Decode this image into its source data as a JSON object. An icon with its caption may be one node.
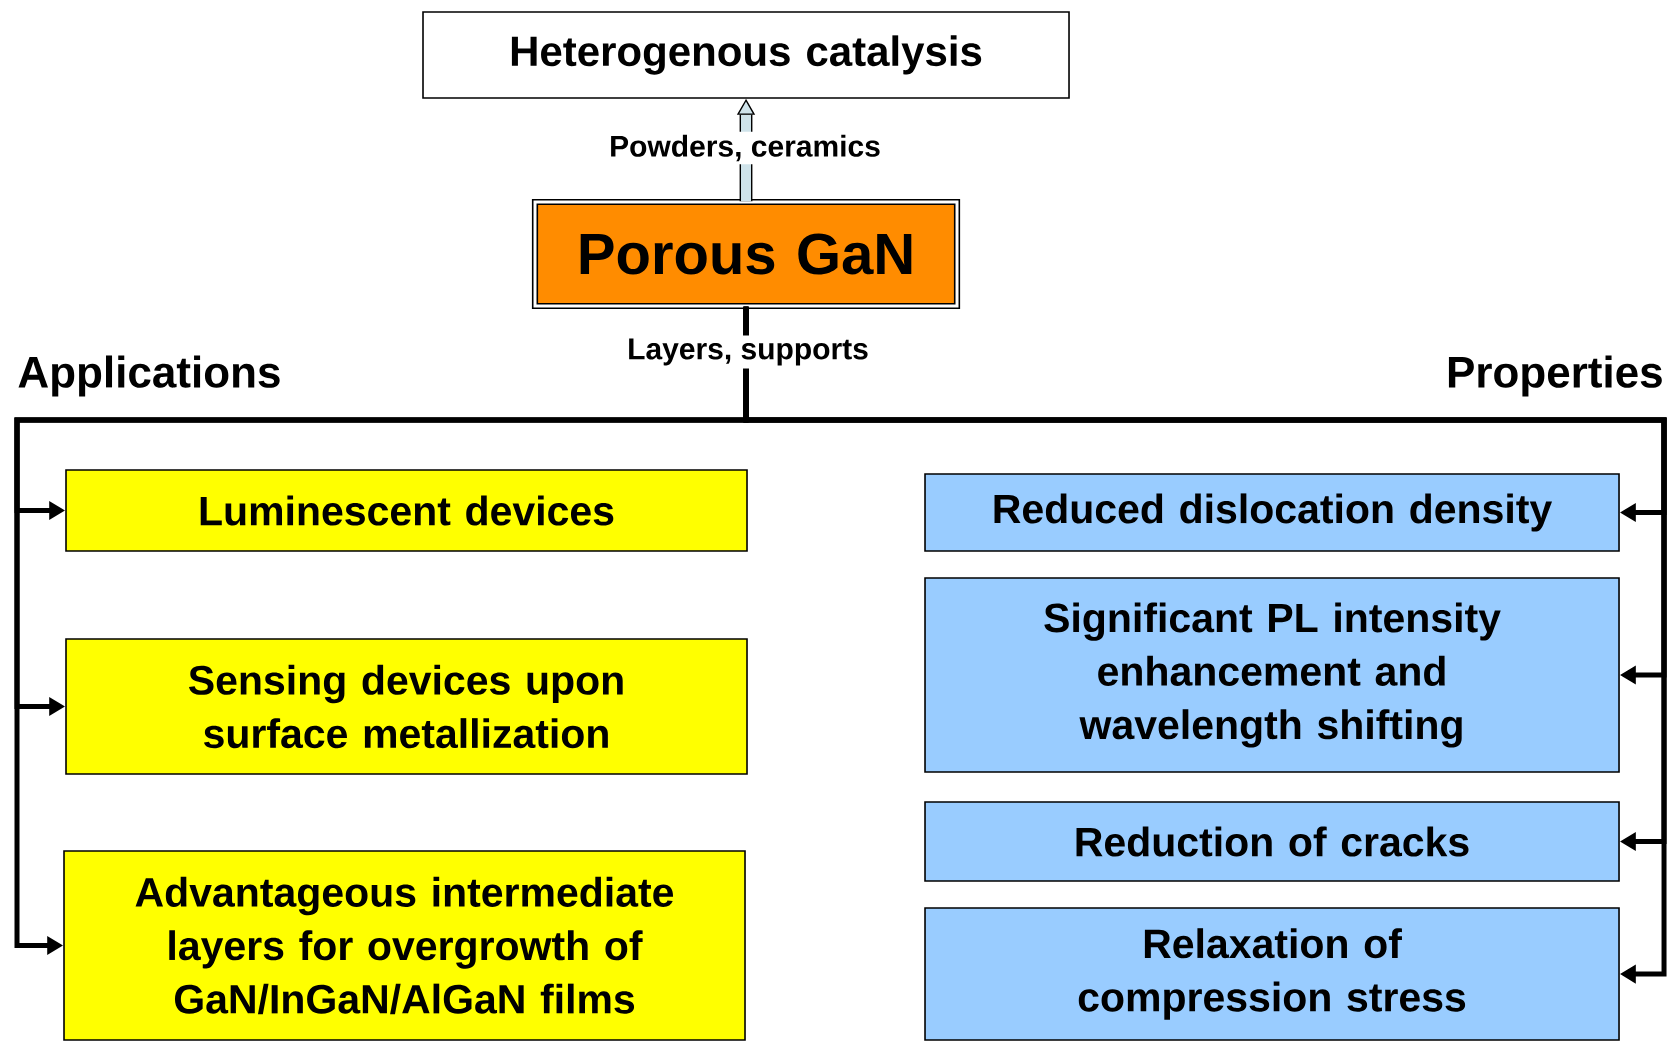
{
  "diagram": {
    "nodes": [
      {
        "text": [
          "Heterogenous catalysis"
        ]
      },
      {
        "text": [
          "Porous GaN"
        ]
      },
      {
        "text": [
          "Luminescent devices"
        ]
      },
      {
        "text": [
          "Sensing devices upon surface metallization"
        ]
      },
      {
        "text": [
          "Advantageous intermediate layers for overgrowth of GaN/InGaN/AlGaN films"
        ]
      },
      {
        "text": [
          "Reduced dislocation density"
        ]
      },
      {
        "text": [
          "Significant PL intensity enhancement and wavelength shifting"
        ]
      },
      {
        "text": [
          "Reduction of cracks"
        ]
      },
      {
        "text": [
          "Relaxation of compression stress"
        ]
      }
    ],
    "edges": [
      {
        "from": 1,
        "to": 0,
        "arrow": "to",
        "style": "thick",
        "label": "Powders, ceramics"
      },
      {
        "from": 1,
        "to": 2,
        "arrow": "to",
        "label": "Layers, supports"
      },
      {
        "from": 1,
        "to": 3,
        "arrow": "to"
      },
      {
        "from": 1,
        "to": 4,
        "arrow": "to"
      },
      {
        "from": 1,
        "to": 5,
        "arrow": "to"
      },
      {
        "from": 1,
        "to": 6,
        "arrow": "to"
      },
      {
        "from": 1,
        "to": 7,
        "arrow": "to"
      },
      {
        "from": 1,
        "to": 8,
        "arrow": "to"
      }
    ],
    "labels": [
      "Applications",
      "Properties"
    ]
  }
}
